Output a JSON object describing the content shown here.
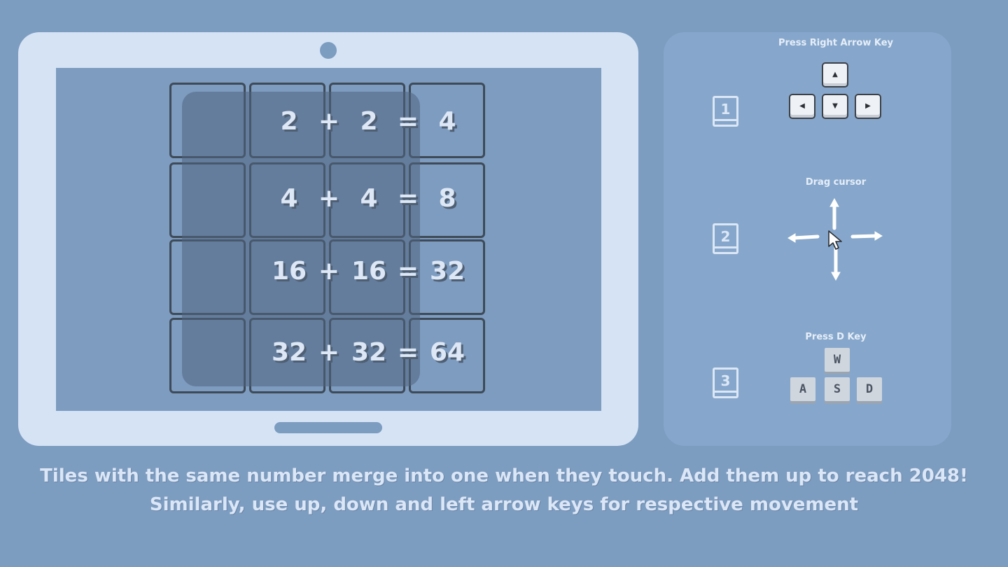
{
  "colors": {
    "background": "#7c9cc0",
    "laptop": "#d5e3f5",
    "tile_border": "#3e4a57",
    "equation_text": "#dde7f5",
    "panel": "#86a7cb"
  },
  "equations": [
    {
      "a": "2",
      "op": "+",
      "b": "2",
      "eq": "=",
      "result": "4"
    },
    {
      "a": "4",
      "op": "+",
      "b": "4",
      "eq": "=",
      "result": "8"
    },
    {
      "a": "16",
      "op": "+",
      "b": "16",
      "eq": "=",
      "result": "32"
    },
    {
      "a": "32",
      "op": "+",
      "b": "32",
      "eq": "=",
      "result": "64"
    }
  ],
  "controls": [
    {
      "number": "1",
      "title": "Press Right Arrow Key",
      "icon": "arrow-keys-icon",
      "keys": {
        "up": "▲",
        "left": "◀",
        "down": "▼",
        "right": "▶"
      }
    },
    {
      "number": "2",
      "title": "Drag cursor",
      "icon": "drag-cursor-icon"
    },
    {
      "number": "3",
      "title": "Press D Key",
      "icon": "wasd-keys-icon",
      "keys": {
        "w": "W",
        "a": "A",
        "s": "S",
        "d": "D"
      }
    }
  ],
  "caption": {
    "line1": "Tiles with the same number merge into one when they touch. Add them up to reach 2048!",
    "line2": "Similarly, use up, down and left arrow keys for respective movement"
  }
}
